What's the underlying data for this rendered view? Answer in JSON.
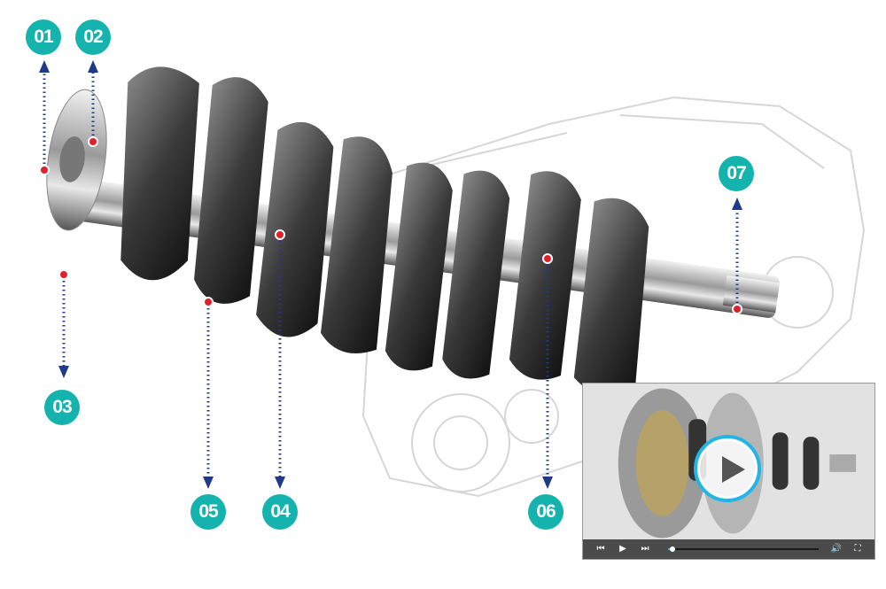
{
  "callouts": [
    {
      "label": "01"
    },
    {
      "label": "02"
    },
    {
      "label": "03"
    },
    {
      "label": "04"
    },
    {
      "label": "05"
    },
    {
      "label": "06"
    },
    {
      "label": "07"
    }
  ],
  "colors": {
    "badge": "#14b3ad",
    "leader": "#1f3a8a",
    "dot": "#e0202a",
    "accent": "#22b6e6"
  },
  "video": {
    "progress": 0.03,
    "controls": [
      "skip-back-icon",
      "play-icon",
      "skip-forward-icon",
      "volume-icon",
      "fullscreen-icon"
    ]
  }
}
